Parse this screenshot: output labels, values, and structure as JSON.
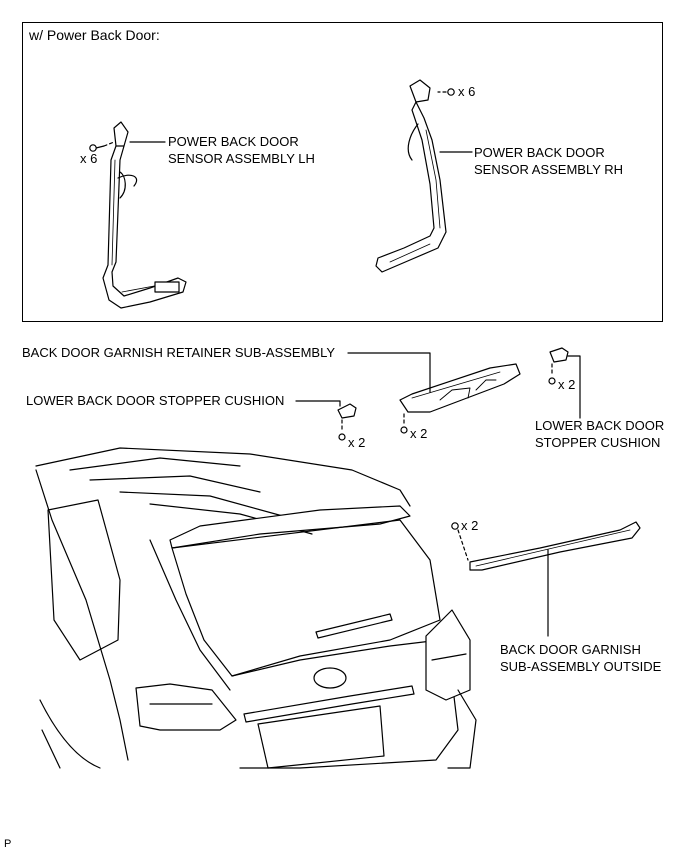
{
  "inset": {
    "title": "w/ Power Back Door:",
    "lh": {
      "line1": "POWER BACK DOOR",
      "line2": "SENSOR ASSEMBLY LH",
      "qty": "x 6"
    },
    "rh": {
      "line1": "POWER BACK DOOR",
      "line2": "SENSOR ASSEMBLY RH",
      "qty": "x 6"
    }
  },
  "labels": {
    "retainer": "BACK DOOR GARNISH RETAINER SUB-ASSEMBLY",
    "retainer_qty": "x 2",
    "cushion_left": "LOWER BACK DOOR STOPPER CUSHION",
    "cushion_left_qty": "x 2",
    "cushion_right_line1": "LOWER BACK DOOR",
    "cushion_right_line2": "STOPPER CUSHION",
    "cushion_right_qty": "x 2",
    "garnish_qty": "x 2",
    "garnish_line1": "BACK DOOR GARNISH",
    "garnish_line2": "SUB-ASSEMBLY OUTSIDE"
  },
  "footer": {
    "code": "P"
  }
}
